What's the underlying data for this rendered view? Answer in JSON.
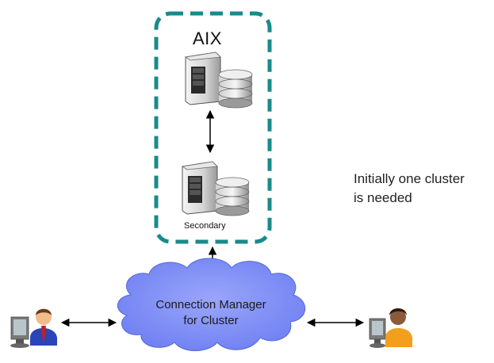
{
  "cluster": {
    "title": "AIX",
    "secondary_label": "Secondary",
    "border_color": "#1a8a8a"
  },
  "connection_manager": {
    "line1": "Connection Manager",
    "line2": "for Cluster",
    "fill_color": "#7f8ff7"
  },
  "note": {
    "line1": "Initially one cluster",
    "line2": "is needed"
  },
  "icons": {
    "server_primary": "database-server-icon",
    "server_secondary": "database-server-icon",
    "user_left": "user-at-computer-icon",
    "user_right": "user-at-computer-icon"
  }
}
